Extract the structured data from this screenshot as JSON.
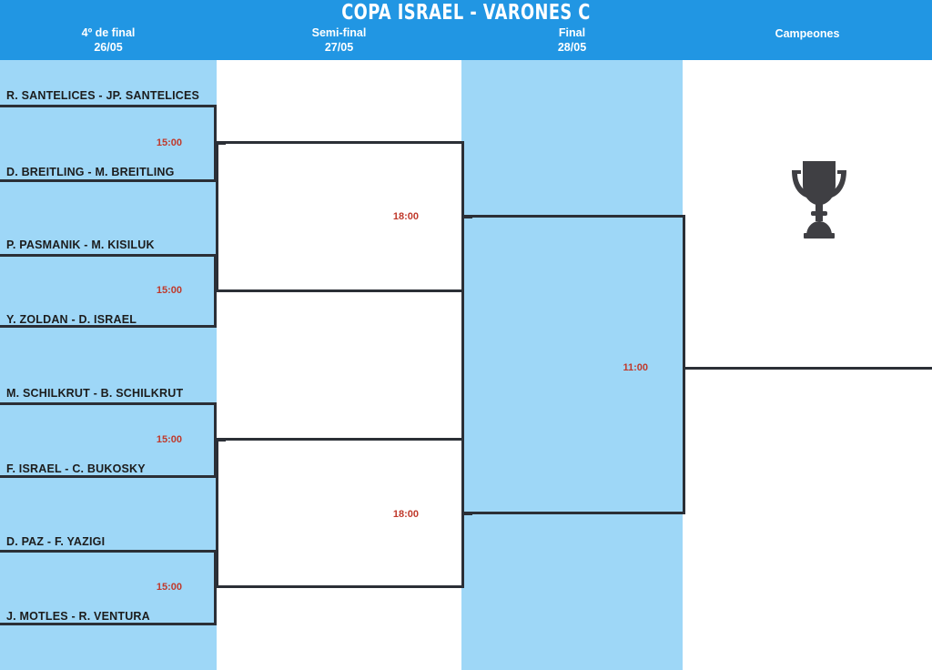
{
  "header": {
    "title": "COPA ISRAEL - VARONES C",
    "background_color": "#2196e3",
    "columns": [
      {
        "label": "4º de final",
        "date": "26/05"
      },
      {
        "label": "Semi-final",
        "date": "27/05"
      },
      {
        "label": "Final",
        "date": "28/05"
      },
      {
        "label": "Campeones",
        "date": ""
      }
    ]
  },
  "colors": {
    "header_blue": "#2196e3",
    "column_light_blue": "#9ed7f7",
    "column_white": "#ffffff",
    "bracket_line": "#2b2f36",
    "time_red": "#c0392b",
    "team_text": "#1c1c1c",
    "trophy": "#3f3f43"
  },
  "rounds": {
    "quarterfinal": {
      "name": "4º de final",
      "date": "26/05",
      "matches": [
        {
          "top_team": "R. SANTELICES - JP. SANTELICES",
          "bottom_team": "D. BREITLING - M. BREITLING",
          "time": "15:00"
        },
        {
          "top_team": "P. PASMANIK - M. KISILUK",
          "bottom_team": "Y. ZOLDAN - D. ISRAEL",
          "time": "15:00"
        },
        {
          "top_team": "M. SCHILKRUT - B. SCHILKRUT",
          "bottom_team": "F. ISRAEL - C. BUKOSKY",
          "time": "15:00"
        },
        {
          "top_team": "D. PAZ - F. YAZIGI",
          "bottom_team": "J. MOTLES - R. VENTURA",
          "time": "15:00"
        }
      ]
    },
    "semifinal": {
      "name": "Semi-final",
      "date": "27/05",
      "matches": [
        {
          "time": "18:00"
        },
        {
          "time": "18:00"
        }
      ]
    },
    "final": {
      "name": "Final",
      "date": "28/05",
      "matches": [
        {
          "time": "11:00"
        }
      ]
    },
    "champions": {
      "name": "Campeones",
      "icon": "trophy-icon"
    }
  }
}
